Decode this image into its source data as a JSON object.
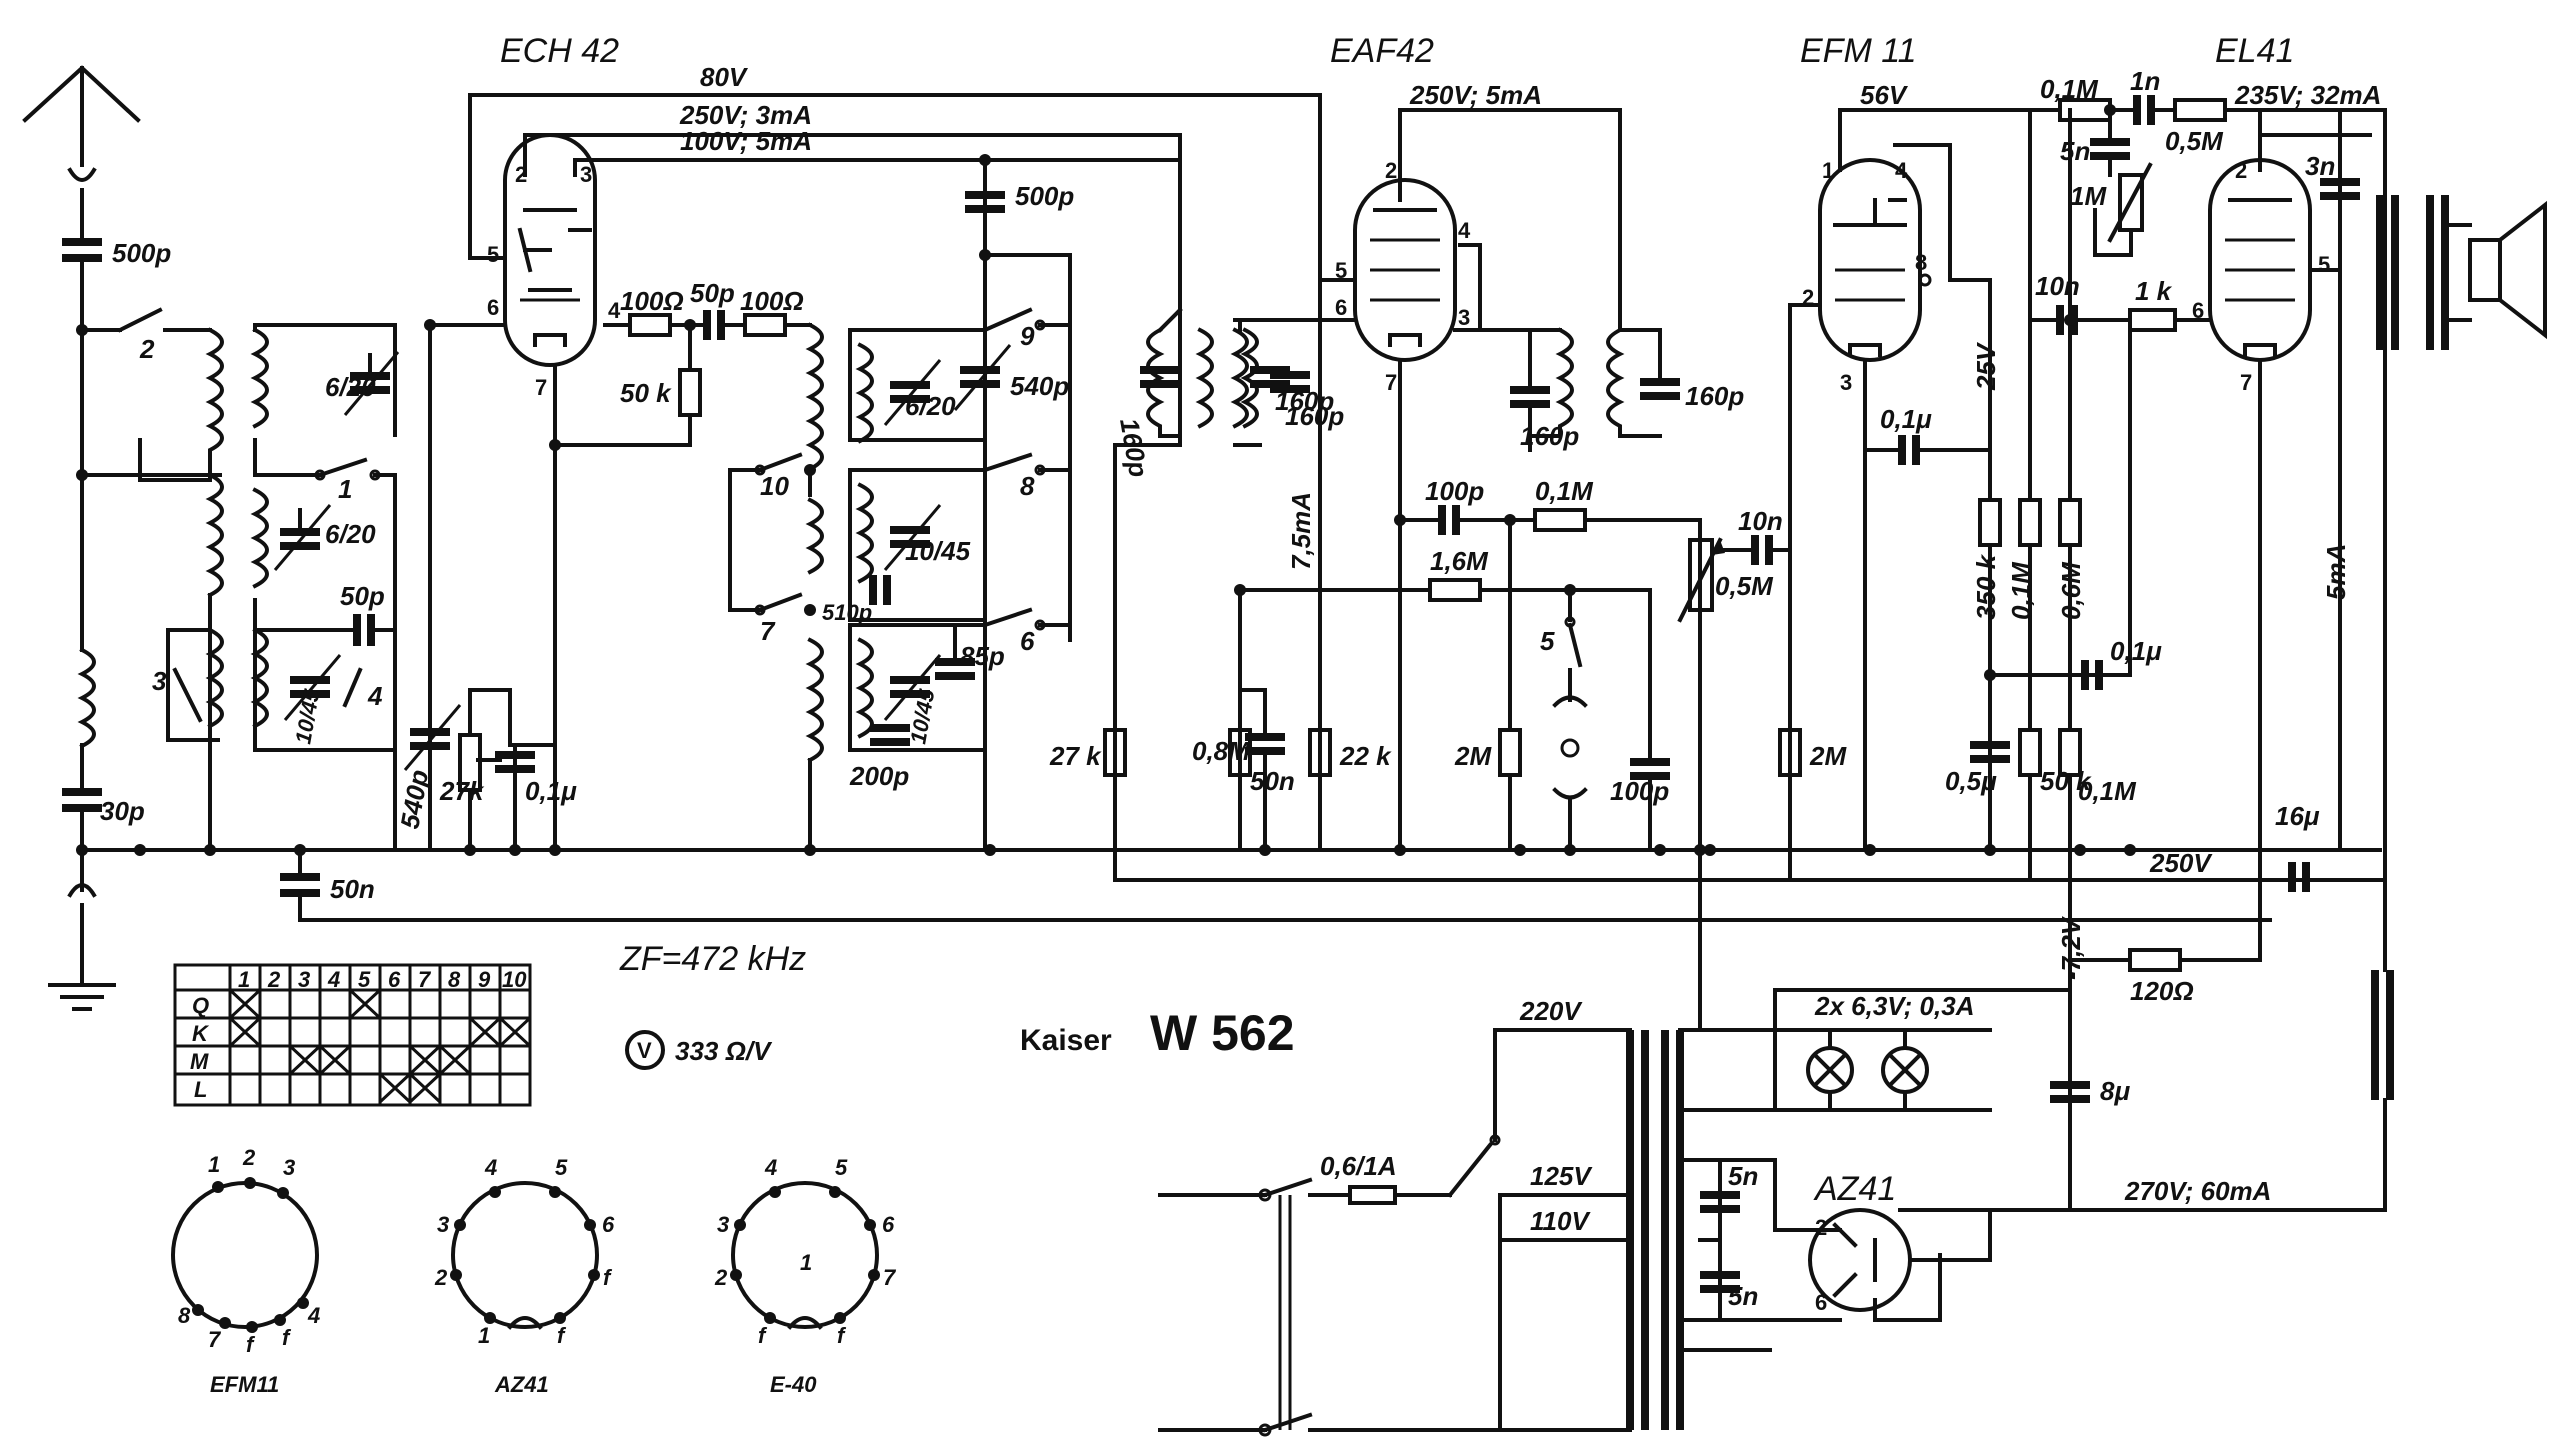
{
  "title": {
    "brand": "Kaiser",
    "model": "W 562"
  },
  "tubes": [
    "ECH 42",
    "EAF42",
    "EFM 11",
    "EL41"
  ],
  "rectifier": "AZ41",
  "if_frequency": "ZF=472 kHz",
  "meter": {
    "symbol": "V",
    "rating": "333 Ω/V"
  },
  "supply": {
    "b_plus_80": "80V",
    "b_ech_250": "250V; 3mA",
    "b_ech_100": "100V; 5mA",
    "b_eaf": "250V; 5mA",
    "b_efm": "56V",
    "b_el": "235V; 32mA",
    "rail_250": "250V",
    "rect_out": "270V; 60mA",
    "bias": "-7,2V",
    "mains_220": "220V",
    "mains_125": "125V",
    "mains_110": "110V",
    "fuse": "0,6/1A",
    "lamps": "2x 6,3V; 0,3A",
    "i_75": "7,5mA",
    "i_5": "5mA",
    "v_25": "25V"
  },
  "components": {
    "c500p_ant": "500p",
    "c30p": "30p",
    "c50n": "50n",
    "trim_620a": "6/20",
    "trim_620b": "6/20",
    "trim_1045a": "10/45",
    "c50p": "50p",
    "c540p": "540p",
    "r27k": "27k",
    "c01u": "0,1μ",
    "r100a": "100Ω",
    "c50p2": "50p",
    "r100b": "100Ω",
    "r50k": "50 k",
    "c500p_osc": "500p",
    "trim_620c": "6/20",
    "c540p2": "540p",
    "trim_1045b": "10/45",
    "c510p": "510p",
    "trim_1045c": "10/45",
    "c85p": "85p",
    "c200p": "200p",
    "c160a": "160p",
    "c160b": "160p",
    "c160c": "160p",
    "c160d": "160p",
    "r27k2": "27 k",
    "r08m": "0,8M",
    "c50n2": "50n",
    "r22k": "22 k",
    "c100p": "100p",
    "r01m_a": "0,1M",
    "r16m": "1,6M",
    "pot05m": "0,5M",
    "c10n_a": "10n",
    "r2m_a": "2M",
    "c100p_b": "100p",
    "r2m_b": "2M",
    "r01m_b": "0,1M",
    "c1n": "1n",
    "r05m": "0,5M",
    "c5n_top": "5n",
    "pot1m": "1M",
    "c3n": "3n",
    "c10n_b": "10n",
    "r1k": "1 k",
    "c01u_b": "0,1μ",
    "r350k": "350 k",
    "r01m_c": "0,1M",
    "r06m": "0,6M",
    "c01u_c": "0,1μ",
    "c05u": "0,5μ",
    "r50k_b": "50 k",
    "r01m_d": "0,1M",
    "c16u": "16μ",
    "r120": "120Ω",
    "c8u": "8μ",
    "c5n_a": "5n",
    "c5n_b": "5n"
  },
  "switch_numbers": [
    "1",
    "2",
    "3",
    "4",
    "5",
    "6",
    "7",
    "8",
    "9",
    "10"
  ],
  "switch_table": {
    "columns": [
      "1",
      "2",
      "3",
      "4",
      "5",
      "6",
      "7",
      "8",
      "9",
      "10"
    ],
    "rows": [
      "Q",
      "K",
      "M",
      "L"
    ]
  },
  "bases": [
    {
      "name": "EFM11",
      "pins": [
        "1",
        "2",
        "3",
        "4",
        "f",
        "f",
        "7",
        "8"
      ]
    },
    {
      "name": "AZ41",
      "pins": [
        "1",
        "2",
        "3",
        "4",
        "5",
        "6",
        "f",
        "f"
      ]
    },
    {
      "name": "E-40",
      "pins": [
        "1",
        "2",
        "3",
        "4",
        "5",
        "6",
        "7",
        "f",
        "f"
      ]
    }
  ]
}
